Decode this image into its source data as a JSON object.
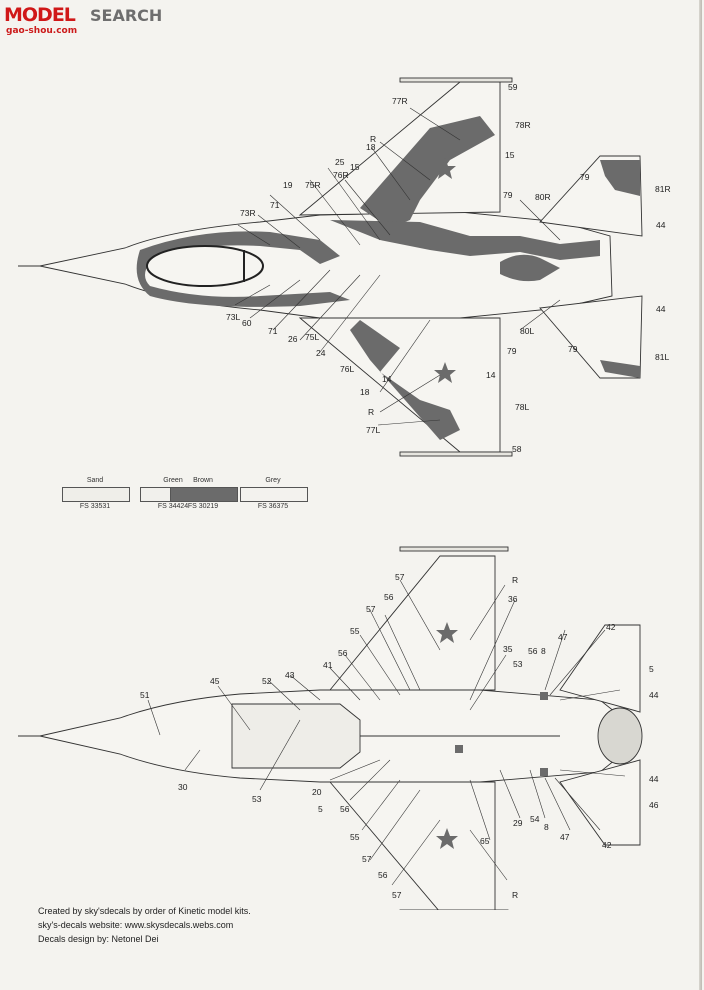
{
  "watermark": {
    "logo": "MODEL",
    "search": "SEARCH",
    "url": "gao-shou.com"
  },
  "top_view_labels": {
    "l59": "59",
    "l77R": "77R",
    "l78R": "78R",
    "lR_top": "R",
    "l18_top": "18",
    "l15a": "15",
    "l15b": "15",
    "l25": "25",
    "l76R": "76R",
    "l75R": "75R",
    "l19": "19",
    "l71a": "71",
    "l73R": "73R",
    "l79a": "79",
    "l80R": "80R",
    "l79b": "79",
    "l81R": "81R",
    "l44a": "44",
    "l44b": "44",
    "l73L": "73L",
    "l60": "60",
    "l71b": "71",
    "l26": "26",
    "l75L": "75L",
    "l24": "24",
    "l76L": "76L",
    "l18_bot": "18",
    "lR_bot": "R",
    "l77L": "77L",
    "l14a": "14",
    "l14b": "14",
    "l78L": "78L",
    "l58": "58",
    "l79c": "79",
    "l80L": "80L",
    "l79d": "79",
    "l81L": "81L"
  },
  "colors": [
    {
      "name": "Sand",
      "fs": "FS 33531",
      "hex": "#efeee9"
    },
    {
      "name": "Green",
      "fs": "FS 34424",
      "hex": "#f1f0ec"
    },
    {
      "name": "Brown",
      "fs": "FS 30219",
      "hex": "#6b6b6b"
    },
    {
      "name": "Grey",
      "fs": "FS 36375",
      "hex": "#f3f2ee"
    }
  ],
  "bottom_view_labels": {
    "l57a": "57",
    "lRa": "R",
    "l57b": "57",
    "l56a": "56",
    "l36": "36",
    "l55a": "55",
    "l35": "35",
    "l56b": "56",
    "l41": "41",
    "l53a": "53",
    "l56c": "56",
    "l47a": "47",
    "l42a": "42",
    "l8a": "8",
    "l43": "43",
    "l52": "52",
    "l45": "45",
    "l51": "51",
    "l5a": "5",
    "l44a": "44",
    "l30": "30",
    "l53b": "53",
    "l20": "20",
    "l5b": "5",
    "l56d": "56",
    "l55b": "55",
    "l57c": "57",
    "l56e": "56",
    "l57d": "57",
    "l29": "29",
    "l65": "65",
    "l54": "54",
    "l8b": "8",
    "l47b": "47",
    "l42b": "42",
    "l46": "46",
    "l44b": "44",
    "lRb": "R"
  },
  "credits": {
    "line1": "Created by sky'sdecals by order of Kinetic model kits.",
    "line2": "sky's-decals website: www.skysdecals.webs.com",
    "line3": "Decals design by: Netonel Dei"
  }
}
